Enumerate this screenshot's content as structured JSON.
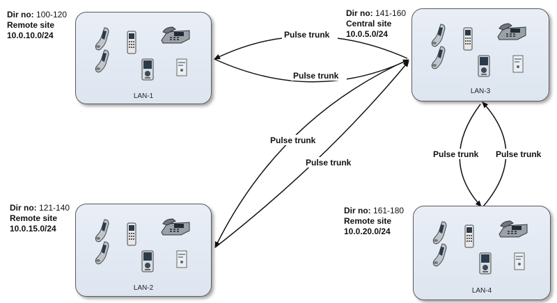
{
  "sites": {
    "lan1": {
      "dir_label": "Dir no:",
      "dir_range": "100-120",
      "role": "Remote site",
      "subnet": "10.0.10.0/24",
      "lan_name": "LAN-1"
    },
    "lan2": {
      "dir_label": "Dir no:",
      "dir_range": "121-140",
      "role": "Remote site",
      "subnet": "10.0.15.0/24",
      "lan_name": "LAN-2"
    },
    "lan3": {
      "dir_label": "Dir no:",
      "dir_range": "141-160",
      "role": "Central site",
      "subnet": "10.0.5.0/24",
      "lan_name": "LAN-3"
    },
    "lan4": {
      "dir_label": "Dir no:",
      "dir_range": "161-180",
      "role": "Remote site",
      "subnet": "10.0.20.0/24",
      "lan_name": "LAN-4"
    }
  },
  "trunks": [
    {
      "label": "Pulse trunk",
      "from": "lan3",
      "to": "lan1"
    },
    {
      "label": "Pulse trunk",
      "from": "lan1",
      "to": "lan3"
    },
    {
      "label": "Pulse trunk",
      "from": "lan3",
      "to": "lan2"
    },
    {
      "label": "Pulse trunk",
      "from": "lan2",
      "to": "lan3"
    },
    {
      "label": "Pulse trunk",
      "from": "lan3",
      "to": "lan4"
    },
    {
      "label": "Pulse trunk",
      "from": "lan4",
      "to": "lan3"
    }
  ],
  "device_icons": [
    "cordless-handset-icon",
    "dect-handset-icon",
    "desk-phone-icon",
    "sip-phone-icon",
    "terminal-adapter-icon"
  ],
  "colors": {
    "box_fill": "#e2e9f3",
    "box_border": "#5a5a5a",
    "line": "#111111"
  }
}
